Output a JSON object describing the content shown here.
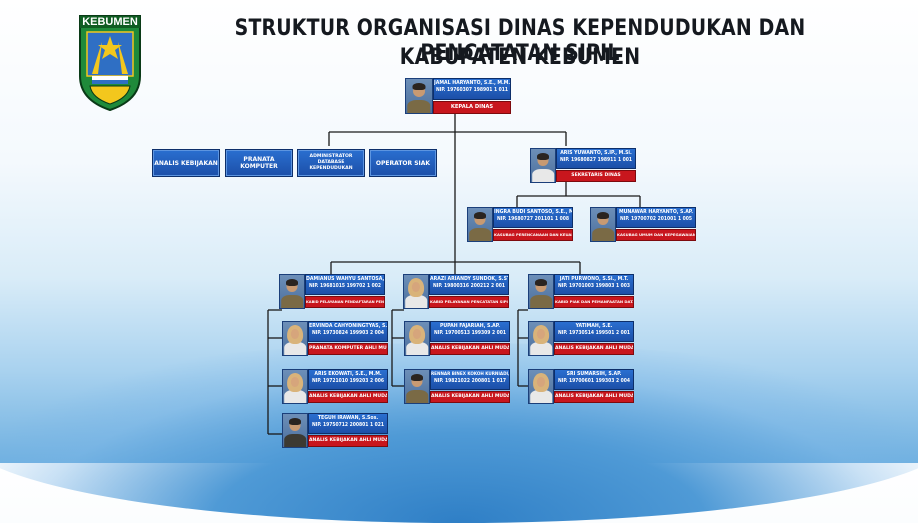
{
  "header": {
    "title_line1": "STRUKTUR ORGANISASI DINAS KEPENDUDUKAN DAN PENCATATAN SIPIL",
    "title_line2": "KABUPATEN KEBUMEN",
    "logo_text": "KEBUMEN"
  },
  "head": {
    "name": "JAMAL HARYANTO, S.E., M.M.",
    "nip": "NIP. 19760307 198901 1 011",
    "role": "KEPALA DINAS"
  },
  "functional": [
    {
      "label": "ANALIS KEBIJAKAN"
    },
    {
      "label": "PRANATA KOMPUTER"
    },
    {
      "label": "ADMINISTRATOR DATABASE KEPENDUDUKAN"
    },
    {
      "label": "OPERATOR SIAK"
    }
  ],
  "secretary": {
    "name": "ARIS YUWANTO, S.IP., M.Si.",
    "nip": "NIP. 19680827 198911 1 001",
    "role": "SEKRETARIS DINAS"
  },
  "subsections": [
    {
      "name": "INGRA BUDI SANTOSO, S.E., M.M.",
      "nip": "NIP. 19680727 201101 1 008",
      "role": "KASUBAG PERENCANAAN DAN KEUANGAN"
    },
    {
      "name": "MUNAWAR HARYANTO, S.AP.",
      "nip": "NIP. 19700702 201001 1 005",
      "role": "KASUBAG UMUM DAN KEPEGAWAIAN"
    }
  ],
  "divisions": [
    {
      "name": "DAMIANUS WAHYU SANTOSA, S.Sos.",
      "nip": "NIP. 19681015 199702 1 002",
      "role": "KABID PELAYANAN PENDAFTARAN PENDUDUK"
    },
    {
      "name": "ARAZI ARIANDY SUNDOK, S.STP., MPA.",
      "nip": "NIP. 19800316 200212 2 001",
      "role": "KABID PELAYANAN PENCATATAN SIPIL"
    },
    {
      "name": "JATI PURWONO, S.Si., M.T.",
      "nip": "NIP. 19701003 199803 1 003",
      "role": "KABID PIAK DAN PEMANFAATAN DATA"
    }
  ],
  "staff_col1": [
    {
      "name": "ERVINDA CAHYONINGTYAS, S.Kom.",
      "nip": "NIP. 19730824 199903 2 004",
      "role": "PRANATA KOMPUTER AHLI MUDA"
    },
    {
      "name": "ARIS EKOWATI, S.E., M.M.",
      "nip": "NIP. 19721010 199203 2 006",
      "role": "ANALIS KEBIJAKAN AHLI MUDA"
    },
    {
      "name": "TEGUH IRAWAN, S.Sos.",
      "nip": "NIP. 19750712 200801 1 021",
      "role": "ANALIS KEBIJAKAN AHLI MUDA"
    }
  ],
  "staff_col2": [
    {
      "name": "PUPAH FAJARIAH, S.AP.",
      "nip": "NIP. 19700513 199309 2 001",
      "role": "ANALIS KEBIJAKAN AHLI MUDA"
    },
    {
      "name": "RENNAR BINEX KOKOH KURNIADI, S.Pd.",
      "nip": "NIP. 19821022 200801 1 017",
      "role": "ANALIS KEBIJAKAN AHLI MUDA"
    }
  ],
  "staff_col3": [
    {
      "name": "YATIMAH, S.E.",
      "nip": "NIP. 19730514 199501 2 001",
      "role": "ANALIS KEBIJAKAN AHLI MUDA"
    },
    {
      "name": "SRI SUMARSIH, S.AP.",
      "nip": "NIP. 19700601 199303 2 004",
      "role": "ANALIS KEBIJAKAN AHLI MUDA"
    }
  ],
  "colors": {
    "box_blue": "#1f58b5",
    "role_red": "#c8161d",
    "line": "#1a1a1a"
  }
}
